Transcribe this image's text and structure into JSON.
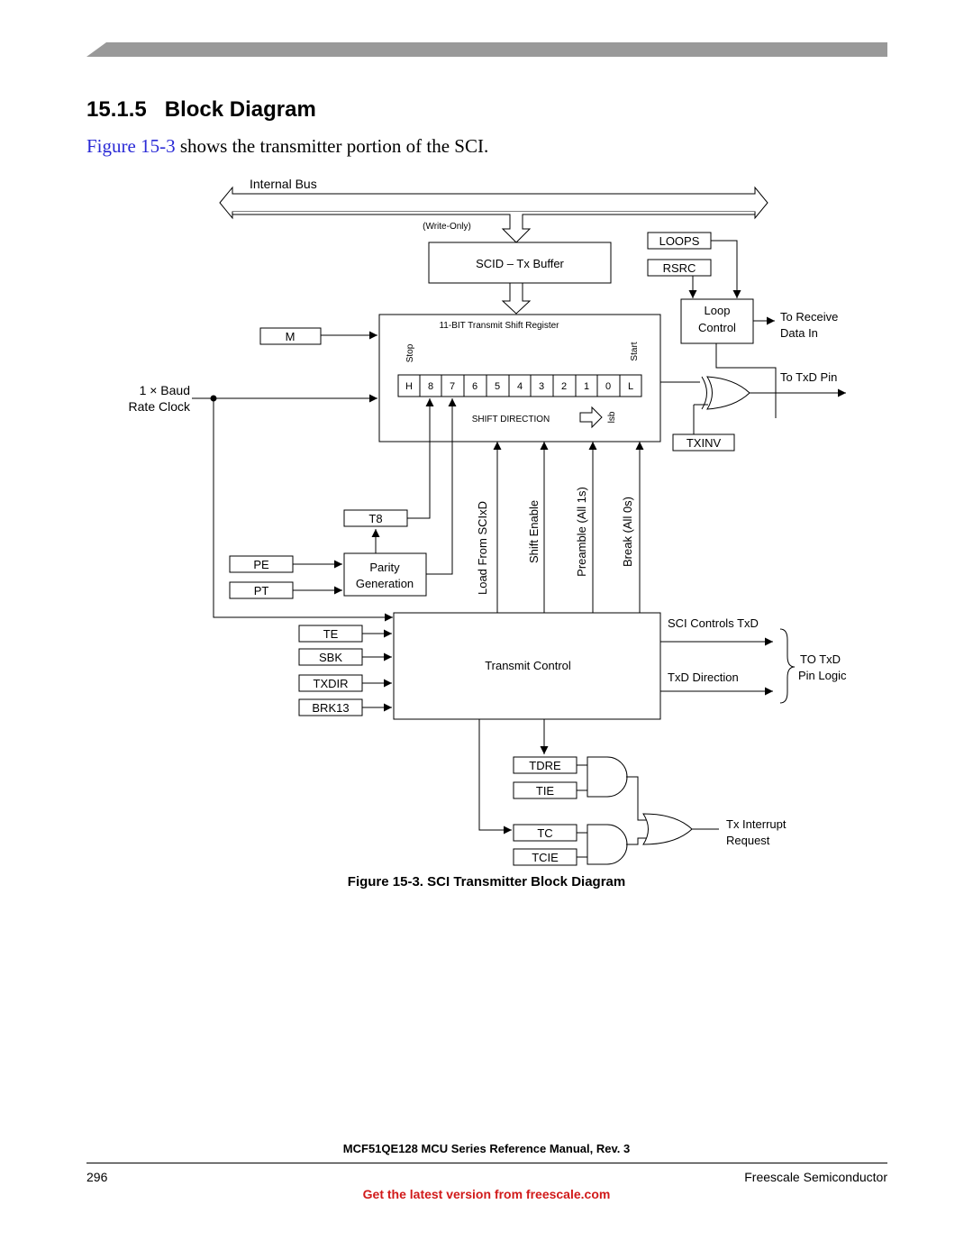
{
  "header": {
    "band_color": "#999999"
  },
  "section": {
    "number": "15.1.5",
    "title": "Block Diagram",
    "intro_link": "Figure 15-3",
    "intro_text": " shows the transmitter portion of the SCI."
  },
  "diagram": {
    "internal_bus": "Internal Bus",
    "write_only": "(Write-Only)",
    "tx_buffer": "SCID – Tx Buffer",
    "loops": "LOOPS",
    "rsrc": "RSRC",
    "loop_control_1": "Loop",
    "loop_control_2": "Control",
    "to_receive_1": "To Receive",
    "to_receive_2": "Data In",
    "to_txd_pin": "To TxD Pin",
    "m_reg": "M",
    "baud_1": "1 × Baud",
    "baud_2": "Rate Clock",
    "shift_register": "11-BIT Transmit Shift Register",
    "stop": "Stop",
    "start": "Start",
    "bits": [
      "H",
      "8",
      "7",
      "6",
      "5",
      "4",
      "3",
      "2",
      "1",
      "0",
      "L"
    ],
    "shift_direction": "SHIFT DIRECTION",
    "lsb": "lsb",
    "txinv": "TXINV",
    "t8": "T8",
    "pe": "PE",
    "pt": "PT",
    "parity_1": "Parity",
    "parity_2": "Generation",
    "load_from": "Load From SCIxD",
    "shift_enable": "Shift Enable",
    "preamble": "Preamble (All 1s)",
    "break": "Break (All 0s)",
    "te": "TE",
    "sbk": "SBK",
    "txdir": "TXDIR",
    "brk13": "BRK13",
    "transmit_control": "Transmit Control",
    "sci_controls_txd": "SCI Controls TxD",
    "txd_direction": "TxD Direction",
    "to_txd_1": "TO TxD",
    "to_txd_2": "Pin Logic",
    "tdre": "TDRE",
    "tie": "TIE",
    "tc": "TC",
    "tcie": "TCIE",
    "tx_interrupt_1": "Tx Interrupt",
    "tx_interrupt_2": "Request"
  },
  "caption": "Figure 15-3. SCI Transmitter Block Diagram",
  "footer": {
    "manual_title": "MCF51QE128 MCU Series Reference Manual, Rev. 3",
    "page_number": "296",
    "company": "Freescale Semiconductor",
    "latest_version": "Get the latest version from freescale.com"
  }
}
